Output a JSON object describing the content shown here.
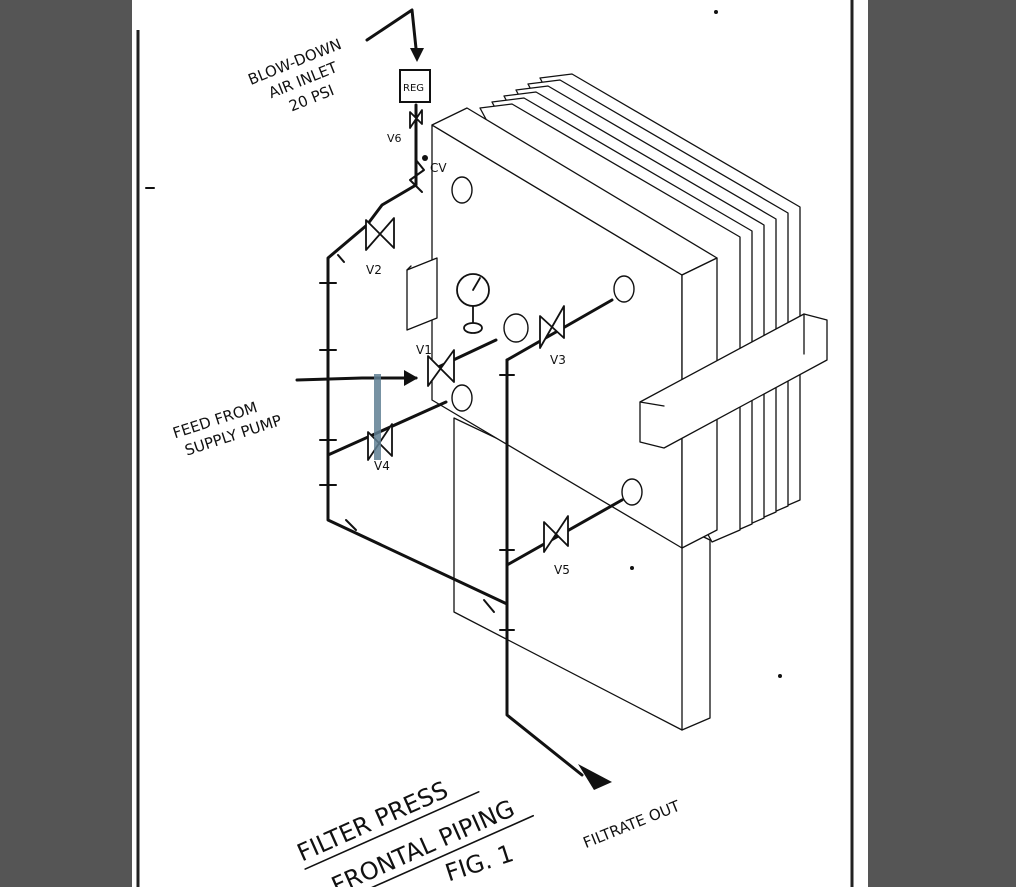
{
  "figure": {
    "caption_line1": "FILTER PRESS",
    "caption_line2": "FRONTAL PIPING",
    "fig_label": "FIG. 1"
  },
  "labels": {
    "air_inlet_line1": "BLOW-DOWN",
    "air_inlet_line2": "AIR INLET",
    "air_inlet_line3": "20 PSI",
    "regulator": "REG",
    "check_valve": "CV",
    "feed_line1": "FEED FROM",
    "feed_line2": "SUPPLY PUMP",
    "filtrate": "FILTRATE OUT"
  },
  "valves": [
    "V1",
    "V2",
    "V3",
    "V4",
    "V5",
    "V6"
  ],
  "colors": {
    "viewer_background": "#555555",
    "paper": "#ffffff",
    "ink": "#111111",
    "highlight": "#5f7f93"
  }
}
